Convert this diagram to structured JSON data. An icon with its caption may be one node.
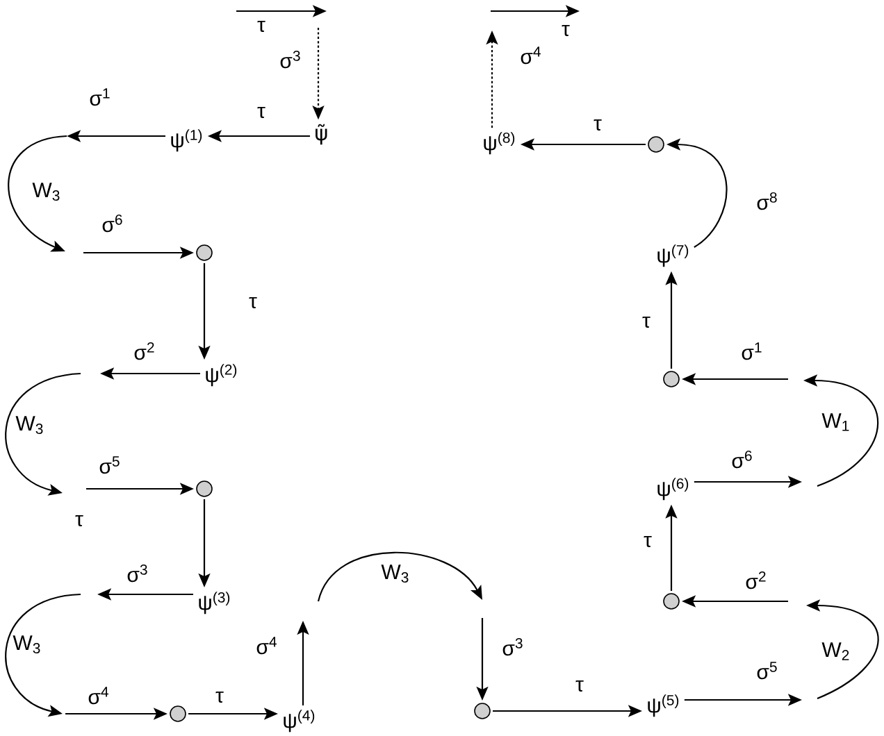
{
  "diagram": {
    "nodes": [
      {
        "text": [
          "ψ$^{(1)}$"
        ]
      },
      {
        "text": [
          "ψ̃"
        ]
      },
      {
        "text": [
          "ψ$^{(8)}$"
        ]
      },
      {
        "text": [],
        "shape": "circle"
      },
      {
        "text": [],
        "shape": "circle"
      },
      {
        "text": [
          "ψ$^{(7)}$"
        ]
      },
      {
        "text": [
          "ψ$^{(2)}$"
        ]
      },
      {
        "text": [],
        "shape": "circle"
      },
      {
        "text": [],
        "shape": "circle"
      },
      {
        "text": [
          "ψ$^{(6)}$"
        ]
      },
      {
        "text": [
          "ψ$^{(3)}$"
        ]
      },
      {
        "text": [],
        "shape": "circle"
      },
      {
        "text": [],
        "shape": "circle"
      },
      {
        "text": [
          "ψ$^{(4)}$"
        ]
      },
      {
        "text": [],
        "shape": "circle"
      },
      {
        "text": [
          "ψ$^{(5)}$"
        ]
      }
    ],
    "edges": [
      {
        "from": null,
        "to": 1,
        "arrow": "to",
        "label": "σ$^{3}$",
        "style": "dashed"
      },
      {
        "from": 1,
        "to": 0,
        "arrow": "to",
        "label": "τ"
      },
      {
        "from": 0,
        "to": null,
        "arrow": "to",
        "label": "σ$^{1}$"
      },
      {
        "from": null,
        "to": 4,
        "arrow": "to",
        "label": "σ$^{6}$"
      },
      {
        "from": 4,
        "to": 6,
        "arrow": "to",
        "label": "τ"
      },
      {
        "from": 6,
        "to": null,
        "arrow": "to",
        "label": "σ$^{2}$"
      },
      {
        "from": null,
        "to": 8,
        "arrow": "to",
        "label": "σ$^{5}$"
      },
      {
        "from": 8,
        "to": 10,
        "arrow": "to"
      },
      {
        "from": 10,
        "to": null,
        "arrow": "to",
        "label": "σ$^{3}$"
      },
      {
        "from": null,
        "to": 12,
        "arrow": "to",
        "label": "σ$^{4}$"
      },
      {
        "from": 12,
        "to": 13,
        "arrow": "to",
        "label": "τ"
      },
      {
        "from": 13,
        "to": null,
        "arrow": "to",
        "label": "σ$^{4}$"
      },
      {
        "from": null,
        "to": 14,
        "arrow": "to",
        "label": "σ$^{3}$"
      },
      {
        "from": 14,
        "to": 15,
        "arrow": "to",
        "label": "τ"
      },
      {
        "from": 15,
        "to": null,
        "arrow": "to",
        "label": "σ$^{5}$"
      },
      {
        "from": null,
        "to": 11,
        "arrow": "to",
        "label": "σ$^{2}$"
      },
      {
        "from": 11,
        "to": 9,
        "arrow": "to",
        "label": "τ"
      },
      {
        "from": 9,
        "to": null,
        "arrow": "to",
        "label": "σ$^{6}$"
      },
      {
        "from": null,
        "to": 7,
        "arrow": "to",
        "label": "σ$^{1}$"
      },
      {
        "from": 7,
        "to": 5,
        "arrow": "to",
        "label": "τ"
      },
      {
        "from": 5,
        "to": 3,
        "arrow": "to",
        "label": "σ$^{8}$"
      },
      {
        "from": 3,
        "to": 2,
        "arrow": "to",
        "label": "τ"
      },
      {
        "from": 2,
        "to": null,
        "arrow": "to",
        "label": "σ$^{4}$",
        "style": "dashed"
      }
    ],
    "labels": [
      "τ",
      "τ",
      "W$_{3}$",
      "W$_{3}$",
      "W$_{1}$",
      "τ",
      "W$_{3}$",
      "W$_{3}$",
      "W$_{2}$"
    ]
  }
}
